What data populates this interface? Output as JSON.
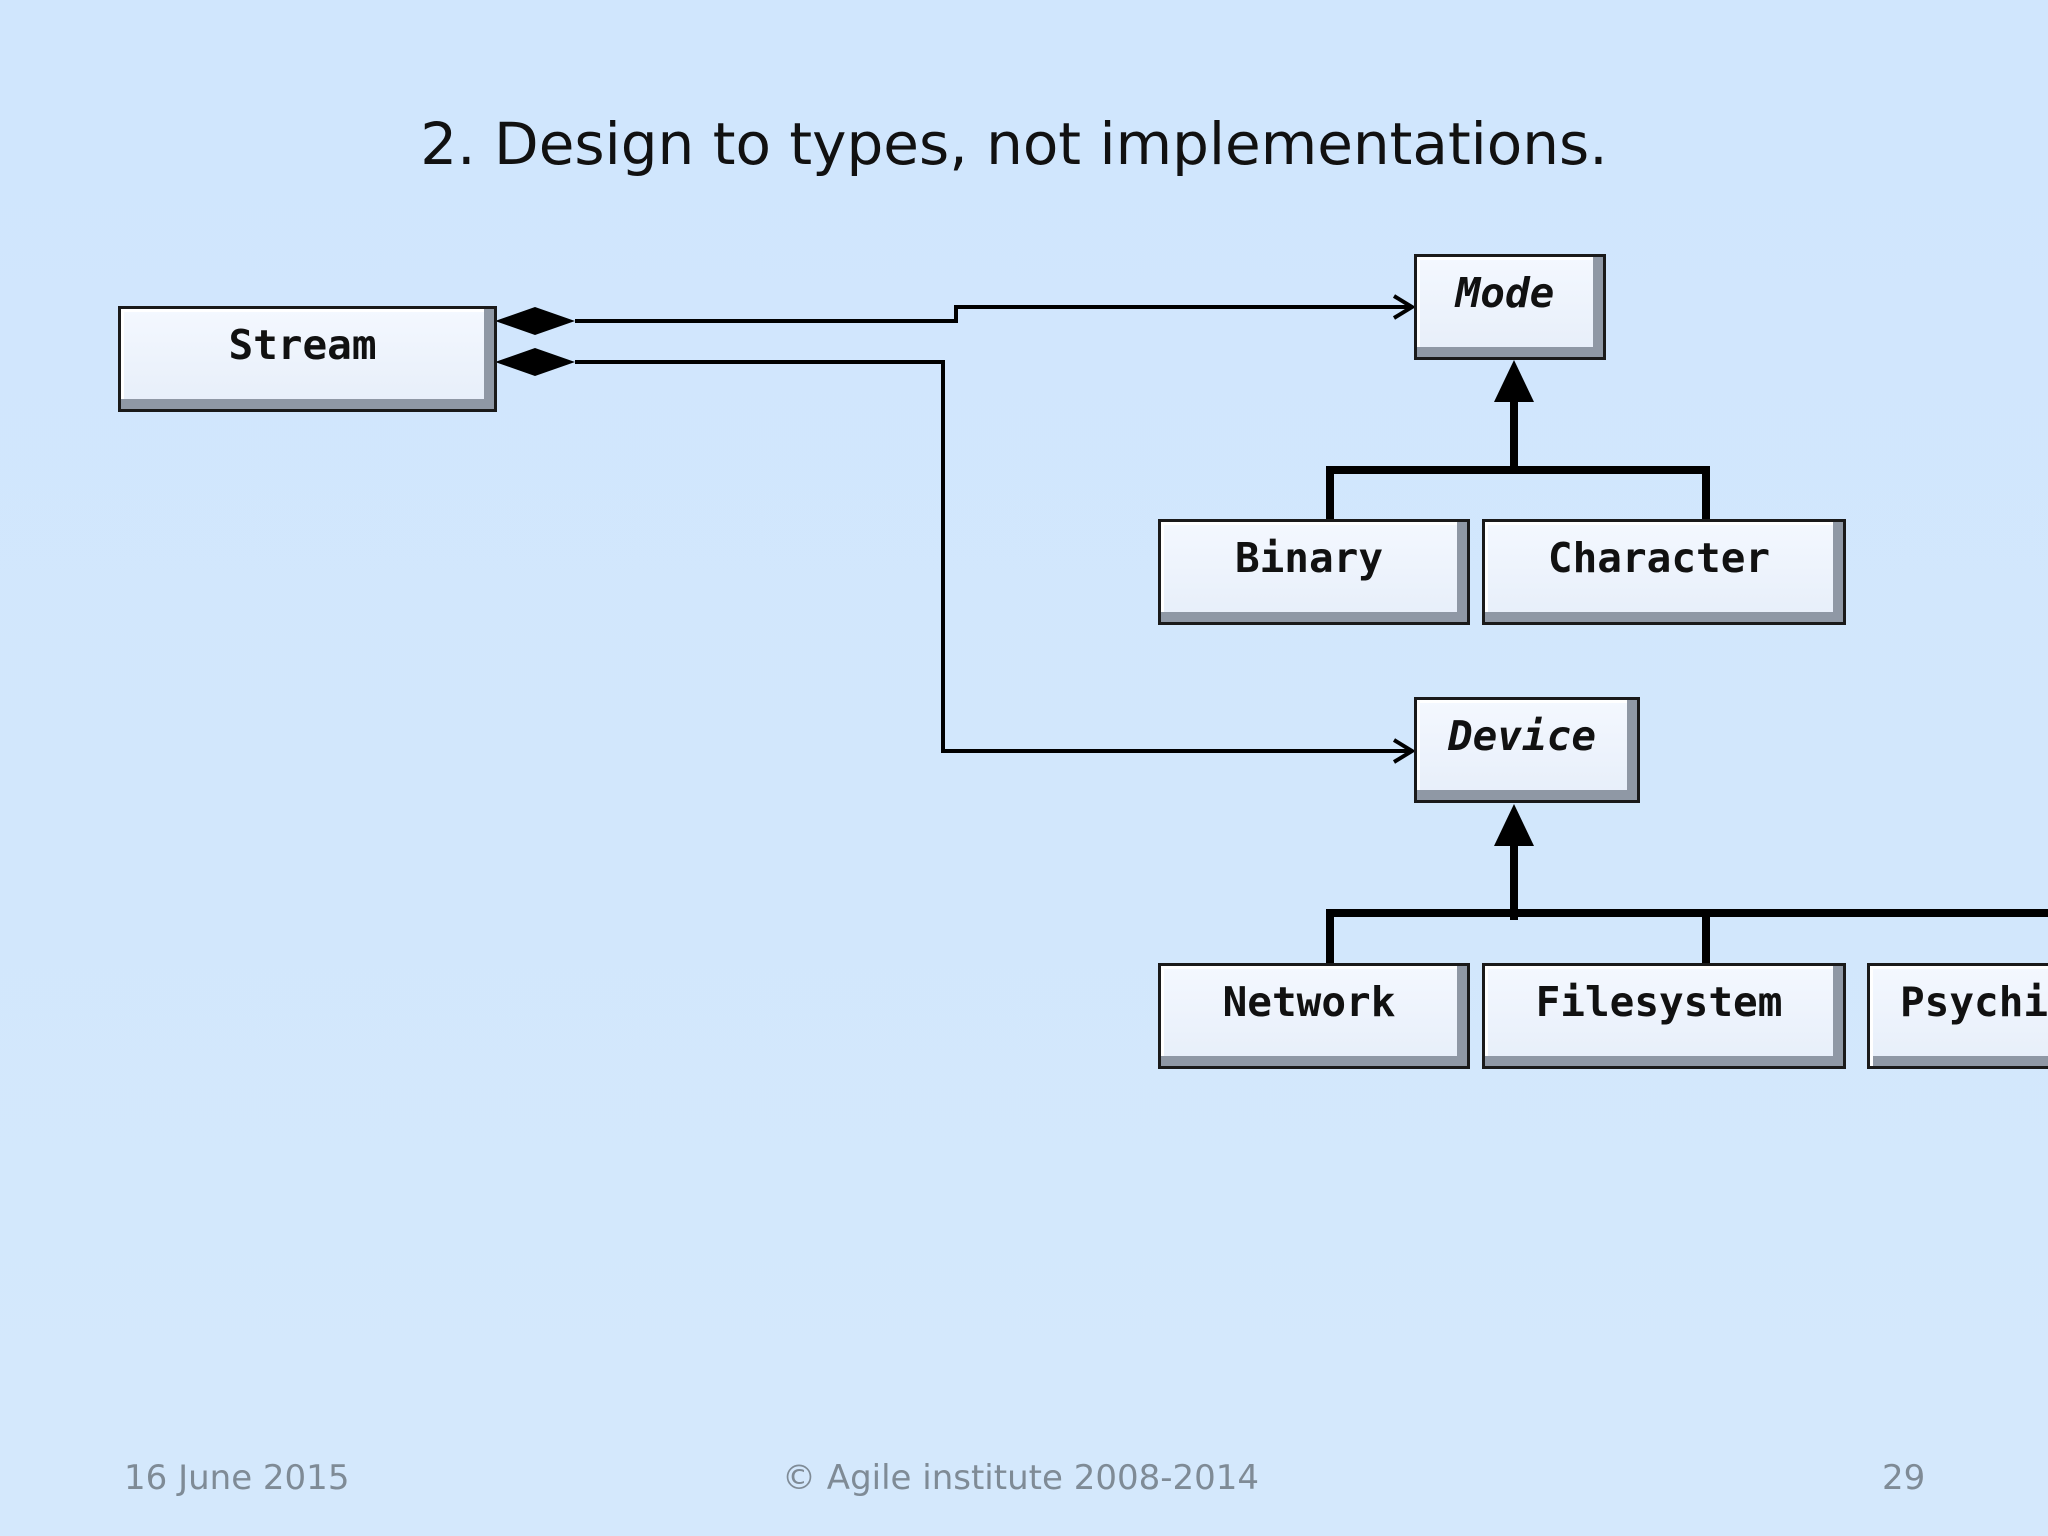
{
  "slide": {
    "title": "2. Design to types, not implementations.",
    "footer": {
      "date": "16 June 2015",
      "copyright": "© Agile institute 2008-2014",
      "page_number": "29"
    }
  },
  "diagram": {
    "classes": {
      "stream": "Stream",
      "mode": "Mode",
      "binary": "Binary",
      "character": "Character",
      "device": "Device",
      "network": "Network",
      "filesystem": "Filesystem",
      "psychic": "Psychi"
    },
    "relationships": [
      {
        "from": "Stream",
        "to": "Mode",
        "kind": "composition"
      },
      {
        "from": "Stream",
        "to": "Device",
        "kind": "composition"
      },
      {
        "from": "Binary",
        "to": "Mode",
        "kind": "inheritance"
      },
      {
        "from": "Character",
        "to": "Mode",
        "kind": "inheritance"
      },
      {
        "from": "Network",
        "to": "Device",
        "kind": "inheritance"
      },
      {
        "from": "Filesystem",
        "to": "Device",
        "kind": "inheritance"
      },
      {
        "from": "Psychi",
        "to": "Device",
        "kind": "inheritance"
      }
    ],
    "colors": {
      "background": "#d2e6fb",
      "box_fill": "#eef4fd",
      "box_shadow": "#8f98a5",
      "line": "#000000",
      "footer_text": "#7f8b96"
    }
  }
}
